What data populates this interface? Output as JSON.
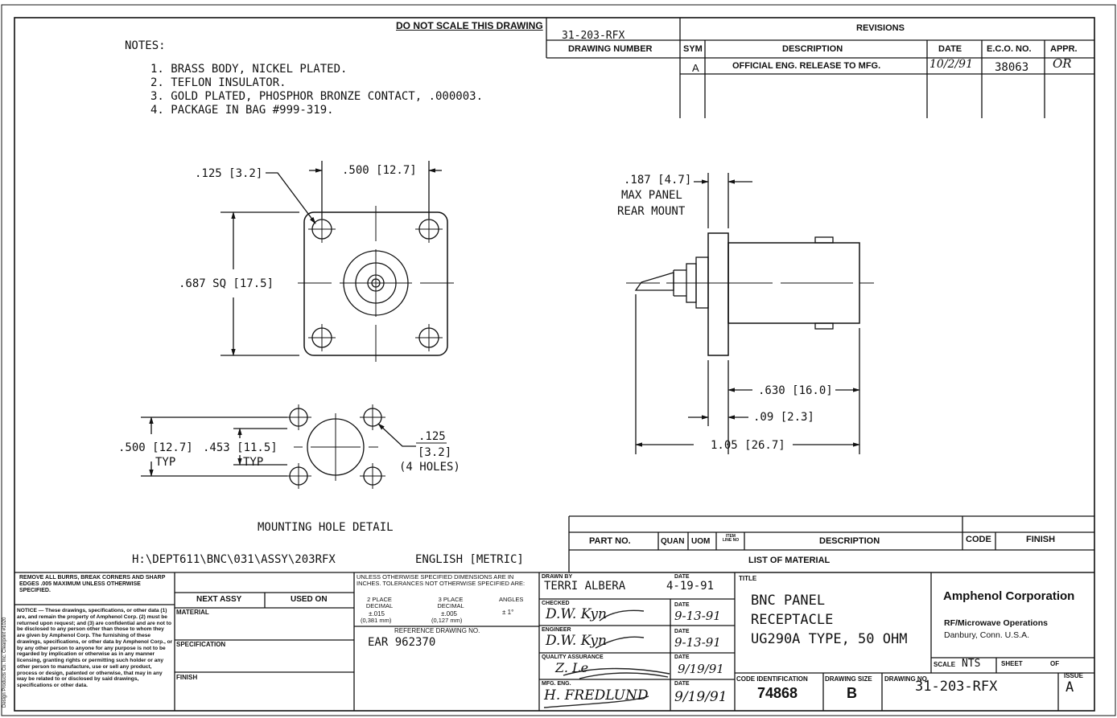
{
  "header": {
    "do_not_scale": "DO NOT SCALE THIS DRAWING",
    "drawing_number_value": "31-203-RFX",
    "drawing_number_label": "DRAWING NUMBER"
  },
  "notes": {
    "title": "NOTES:",
    "items": [
      "1. BRASS BODY, NICKEL PLATED.",
      "2. TEFLON INSULATOR.",
      "3. GOLD PLATED, PHOSPHOR BRONZE CONTACT, .000003.",
      "4. PACKAGE IN BAG #999-319."
    ]
  },
  "revisions": {
    "title": "REVISIONS",
    "headers": {
      "sym": "SYM",
      "description": "DESCRIPTION",
      "date": "DATE",
      "eco": "E.C.O. NO.",
      "appr": "APPR."
    },
    "row": {
      "sym": "A",
      "description": "OFFICIAL ENG. RELEASE TO MFG.",
      "date": "10/2/91",
      "eco": "38063",
      "appr": "OR"
    }
  },
  "front_view": {
    "hole_dim": ".125 [3.2]",
    "spacing_dim": ".500 [12.7]",
    "square_dim": ".687 SQ [17.5]"
  },
  "side_view": {
    "panel_dim_1": ".187 [4.7]",
    "panel_dim_2": "MAX PANEL",
    "panel_dim_3": "REAR MOUNT",
    "dim_630": ".630 [16.0]",
    "dim_09": ".09 [2.3]",
    "dim_105": "1.05 [26.7]"
  },
  "mounting": {
    "dim_500": ".500 [12.7]",
    "typ_1": "TYP",
    "dim_453": ".453 [11.5]",
    "typ_2": "TYP",
    "hole_top": ".125",
    "hole_mid": "[3.2]",
    "hole_bot": "(4 HOLES)",
    "title": "MOUNTING HOLE DETAIL"
  },
  "file_path": "H:\\DEPT611\\BNC\\031\\ASSY\\203RFX",
  "units_note": "ENGLISH [METRIC]",
  "bom": {
    "headers": {
      "part_no": "PART NO.",
      "quan": "QUAN",
      "uom": "UOM",
      "item_line": "ITEM LINE NO",
      "description": "DESCRIPTION",
      "code": "CODE",
      "finish": "FINISH"
    },
    "title": "LIST OF MATERIAL"
  },
  "title_block": {
    "remove_burrs": "REMOVE ALL BURRS, BREAK CORNERS AND SHARP EDGES .005 MAXIMUM UNLESS OTHERWISE SPECIFIED.",
    "notice": "NOTICE — These drawings, specifications, or other data (1) are, and remain the property of Amphenol Corp. (2) must be returned upon request; and (3) are confidential and are not to be disclosed to any person other than those to whom they are given by Amphenol Corp. The furnishing of these drawings, specifications, or other data by Amphenol Corp., or by any other person to anyone for any purpose is not to be regarded by implication or otherwise as in any manner licensing, granting rights or permitting such holder or any other person to manufacture, use or sell any product, process or design, patented or otherwise, that may in any way be related to or disclosed by said drawings, specifications or other data.",
    "side_text": "Design Products Co. Inc.  Clearprint #1020",
    "next_assy": "NEXT ASSY",
    "used_on": "USED ON",
    "material": "MATERIAL",
    "specification": "SPECIFICATION",
    "finish": "FINISH",
    "tolerance": "UNLESS OTHERWISE SPECIFIED DIMENSIONS ARE IN INCHES. TOLERANCES NOT OTHERWISE SPECIFIED ARE:",
    "tol_2place_label": "2 PLACE DECIMAL",
    "tol_2place_value": "±.015",
    "tol_2place_metric": "(0,381 mm)",
    "tol_3place_label": "3 PLACE DECIMAL",
    "tol_3place_value": "±.005",
    "tol_3place_metric": "(0,127 mm)",
    "tol_angles_label": "ANGLES",
    "tol_angles_value": "± 1°",
    "ref_drawing_label": "REFERENCE DRAWING NO.",
    "ref_drawing_value": "EAR 962370",
    "drawn_by_label": "DRAWN BY",
    "drawn_by_value": "TERRI ALBERA",
    "drawn_date": "4-19-91",
    "checked_label": "CHECKED",
    "checked_value": "D.W. Kyn",
    "checked_date": "9-13-91",
    "engineer_label": "ENGINEER",
    "engineer_value": "D.W. Kyn",
    "engineer_date": "9-13-91",
    "qa_label": "QUALITY ASSURANCE",
    "qa_value": "Z. Le",
    "qa_date": "9/19/91",
    "mfg_label": "MFG. ENG.",
    "mfg_value": "H. FREDLUND",
    "mfg_date": "9/19/91",
    "date_label": "DATE",
    "title_label": "TITLE",
    "title_lines": [
      "BNC PANEL",
      "RECEPTACLE",
      "UG290A TYPE, 50 OHM"
    ],
    "company": "Amphenol Corporation",
    "division": "RF/Microwave Operations",
    "location": "Danbury, Conn. U.S.A.",
    "scale_label": "SCALE",
    "scale_value": "NTS",
    "sheet_label": "SHEET",
    "of_label": "OF",
    "code_id_label": "CODE IDENTIFICATION",
    "code_id_value": "74868",
    "drawing_size_label": "DRAWING SIZE",
    "drawing_size_value": "B",
    "drawing_no_label": "DRAWING NO.",
    "drawing_no_value": "31-203-RFX",
    "issue_label": "ISSUE",
    "issue_value": "A"
  }
}
